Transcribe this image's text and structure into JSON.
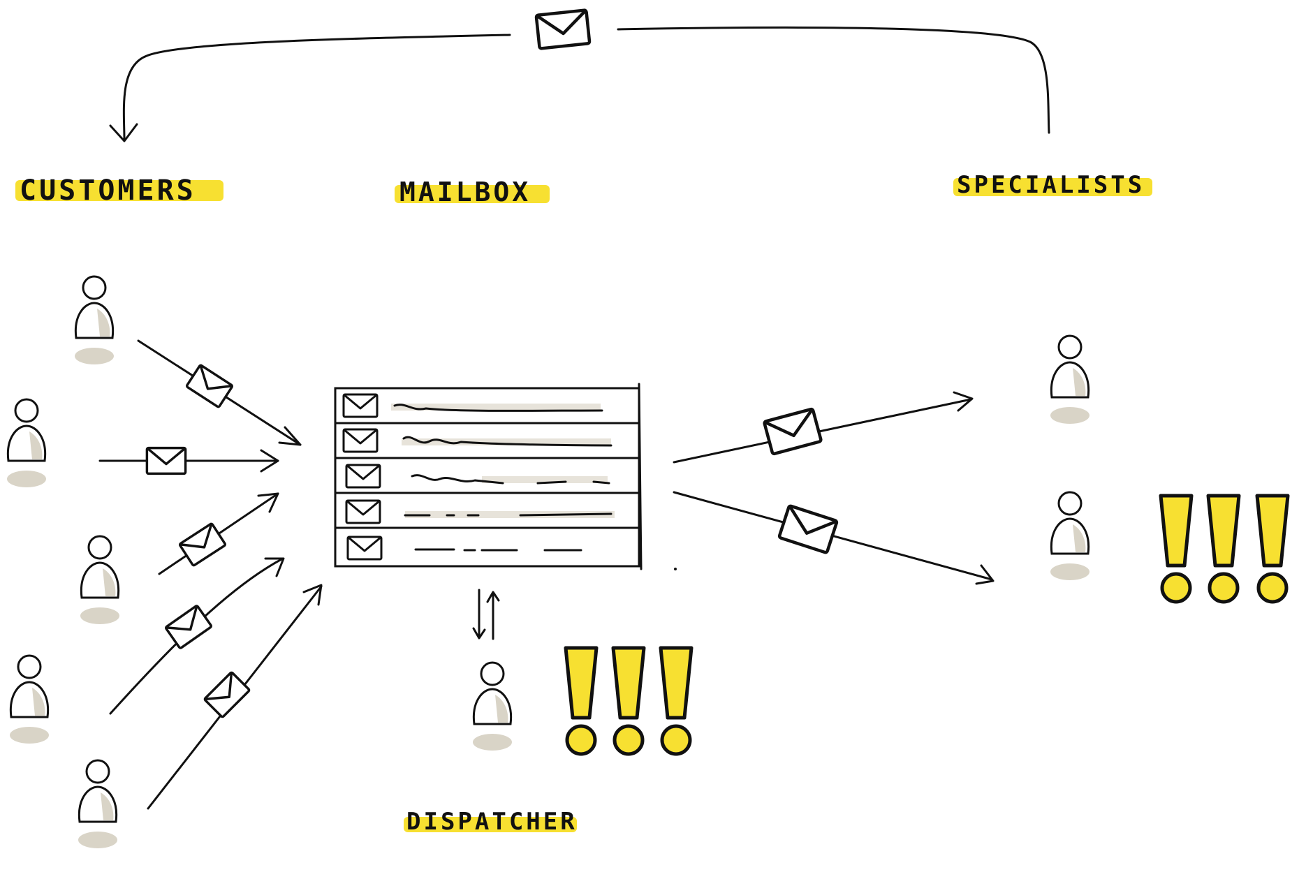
{
  "colors": {
    "ink": "#111111",
    "highlight": "#f7e031",
    "exclamation": "#f7e031",
    "shadow": "#d9d4c7",
    "paper": "#ffffff"
  },
  "diagram": {
    "labels": {
      "customers": "CUSTOMERS",
      "mailbox": "MAILBOX",
      "specialists": "SPECIALISTS",
      "dispatcher": "DISPATCHER"
    },
    "mailbox_rows": 5,
    "customer_count": 5,
    "specialist_count": 2,
    "dispatcher_alert": "!!!",
    "specialist_alert": "!!!"
  }
}
